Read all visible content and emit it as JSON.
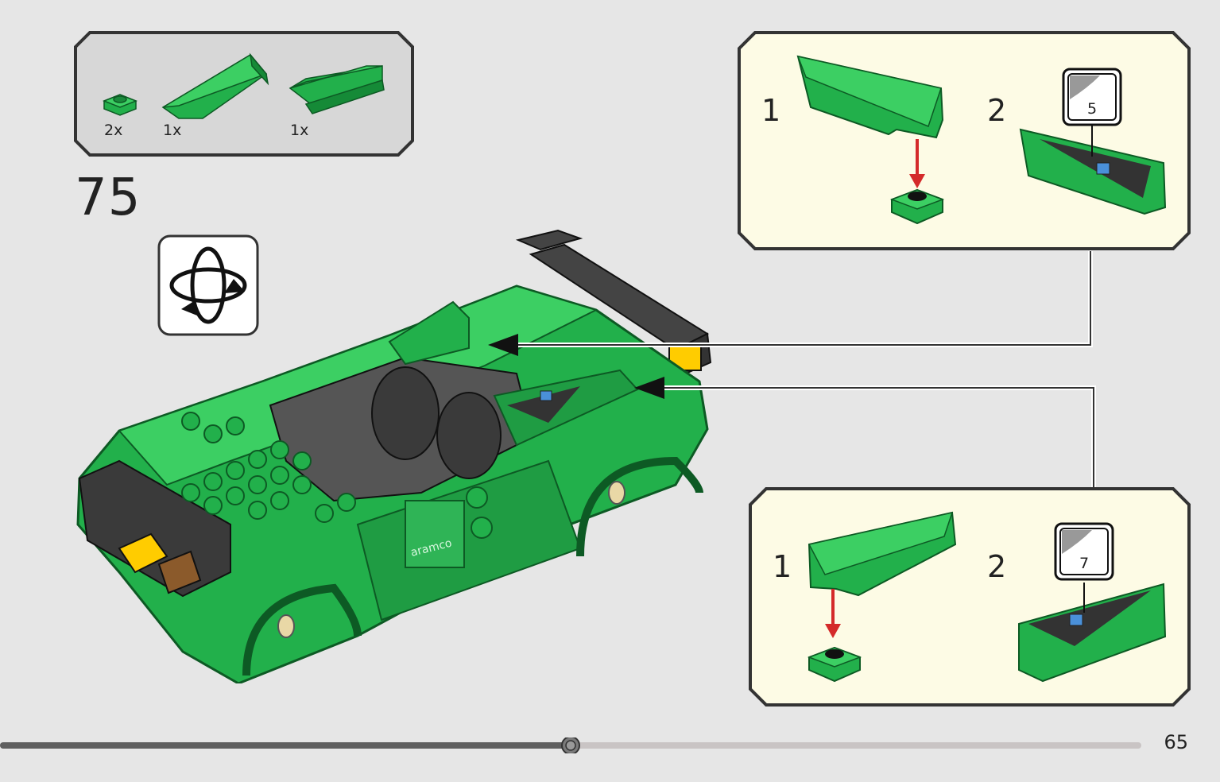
{
  "parts": [
    {
      "qty": "2x",
      "name": "plate-1x1"
    },
    {
      "qty": "1x",
      "name": "wedge-left"
    },
    {
      "qty": "1x",
      "name": "wedge-right"
    }
  ],
  "step": {
    "number": "75"
  },
  "rotate_icon": "rotate-model-icon",
  "substeps_top": {
    "first": "1",
    "second": "2",
    "sticker": "5"
  },
  "substeps_bottom": {
    "first": "1",
    "second": "2",
    "sticker": "7"
  },
  "car_decal_text": "aramco",
  "page": {
    "number": "65"
  },
  "progress": {
    "fraction": 0.5
  },
  "colors": {
    "green": "#22b04b",
    "dark_green": "#137a33",
    "callout_bg": "#fdfbe5",
    "parts_bg": "#d7d7d7",
    "page_bg": "#e6e6e6",
    "arrow_red": "#d42a2a"
  }
}
